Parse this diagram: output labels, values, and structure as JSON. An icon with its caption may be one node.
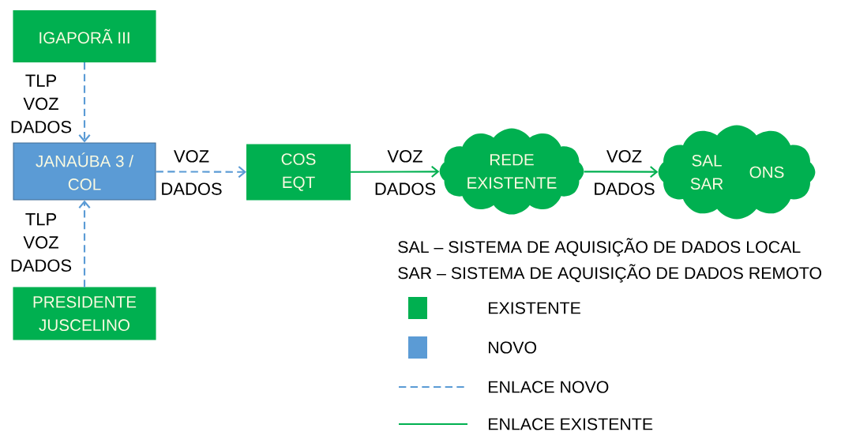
{
  "diagram": {
    "nodes": [
      {
        "text": [
          "IGAPORÃ III"
        ]
      },
      {
        "text": [
          "JANAÚBA 3 / COL"
        ]
      },
      {
        "text": [
          "PRESIDENTE JUSCELINO"
        ]
      },
      {
        "text": [
          "COS EQT"
        ]
      },
      {
        "text": [
          "REDE EXISTENTE"
        ]
      },
      {
        "text": [
          "SAL SAR",
          "ONS"
        ]
      }
    ],
    "edges": [
      {
        "from": 0,
        "to": 1,
        "arrow": "to",
        "label": "TLP VOZ DADOS",
        "style": "dashed"
      },
      {
        "from": 2,
        "to": 1,
        "arrow": "to",
        "label": "TLP VOZ DADOS",
        "style": "dashed"
      },
      {
        "from": 1,
        "to": 3,
        "arrow": "to",
        "label": "VOZ DADOS",
        "style": "dashed"
      },
      {
        "from": 3,
        "to": 4,
        "arrow": "to",
        "label": "VOZ DADOS",
        "color": "#00b050"
      },
      {
        "from": 4,
        "to": 5,
        "arrow": "to",
        "label": "VOZ DADOS",
        "color": "#00b050"
      }
    ],
    "labels": [
      "SAL – SISTEMA DE AQUISIÇÃO DE DADOS LOCAL",
      "SAR – SISTEMA DE AQUISIÇÃO DE DADOS REMOTO"
    ],
    "legend": [
      {
        "text": "EXISTENTE",
        "color": "#00b050"
      },
      {
        "text": "NOVO",
        "color": "#5b9bd5"
      },
      {
        "text": "ENLACE NOVO"
      },
      {
        "text": "ENLACE EXISTENTE"
      }
    ]
  }
}
